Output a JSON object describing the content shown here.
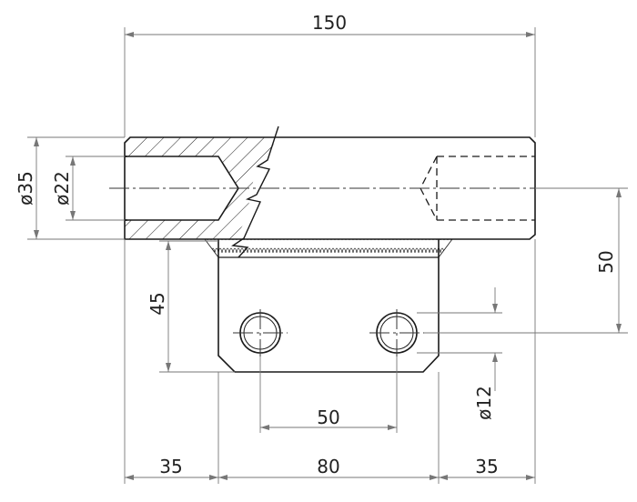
{
  "drawing": {
    "colors": {
      "line": "#1a1a1a",
      "dimension": "#777777",
      "background": "#ffffff"
    },
    "dimensions": {
      "overall_length": "150",
      "outer_diameter": "ø35",
      "inner_diameter": "ø22",
      "plate_height": "45",
      "center_height": "50",
      "hole_spacing": "50",
      "hole_diameter": "ø12",
      "left_offset": "35",
      "plate_width": "80",
      "right_offset": "35"
    }
  }
}
